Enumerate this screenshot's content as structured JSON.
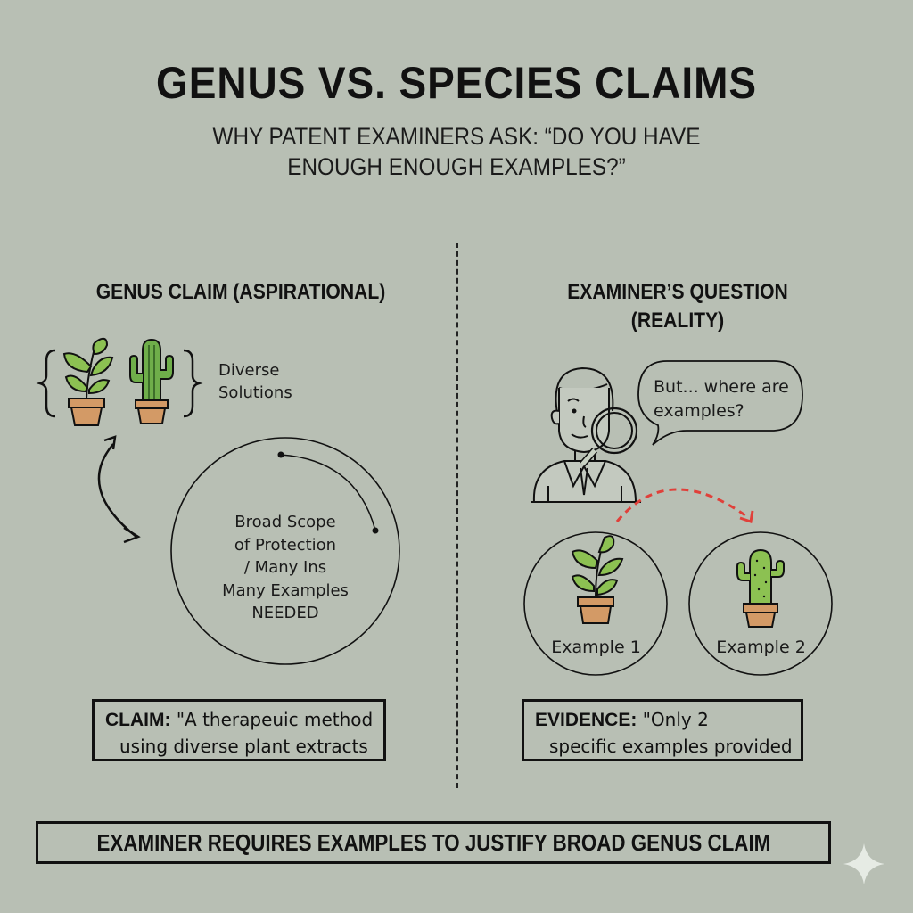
{
  "header": {
    "title": "GENUS VS. SPECIES CLAIMS",
    "subtitle_line1": "WHY PATENT EXAMINERS ASK: “DO YOU HAVE",
    "subtitle_line2": "ENOUGH ENOUGH EXAMPLES?”"
  },
  "left_panel": {
    "heading": "GENUS CLAIM (ASPIRATIONAL)",
    "icons": [
      "leafy-plant-icon",
      "cactus-icon"
    ],
    "bracket_label_line1": "Diverse",
    "bracket_label_line2": "Solutions",
    "circle_text": [
      "Broad Scope",
      "of Protection",
      "/ Many Ins",
      "Many Examples",
      "NEEDED"
    ],
    "claim_box": {
      "keyword": "CLAIM:",
      "line1": " \"A therapeuic method",
      "line2": "using diverse plant extracts"
    }
  },
  "right_panel": {
    "heading_line1": "EXAMINER’S QUESTION",
    "heading_line2": "(REALITY)",
    "speech_bubble_line1": "But... where are",
    "speech_bubble_line2": "examples?",
    "examples": [
      {
        "label": "Example 1",
        "icon": "leafy-plant-icon"
      },
      {
        "label": "Example 2",
        "icon": "cactus-icon"
      }
    ],
    "evidence_box": {
      "keyword": "EVIDENCE:",
      "line1": " \"Only 2",
      "line2": "specific examples provided"
    }
  },
  "footer": {
    "banner": "EXAMINER REQUIRES EXAMPLES TO JUSTIFY BROAD GENUS CLAIM"
  },
  "colors": {
    "background": "#b8bfb4",
    "ink": "#111111",
    "leaf_green": "#8cc152",
    "cactus_green": "#6fae4a",
    "pot": "#d39a66",
    "arrow_red": "#e0403a",
    "sparkle": "#e6ebe4"
  }
}
